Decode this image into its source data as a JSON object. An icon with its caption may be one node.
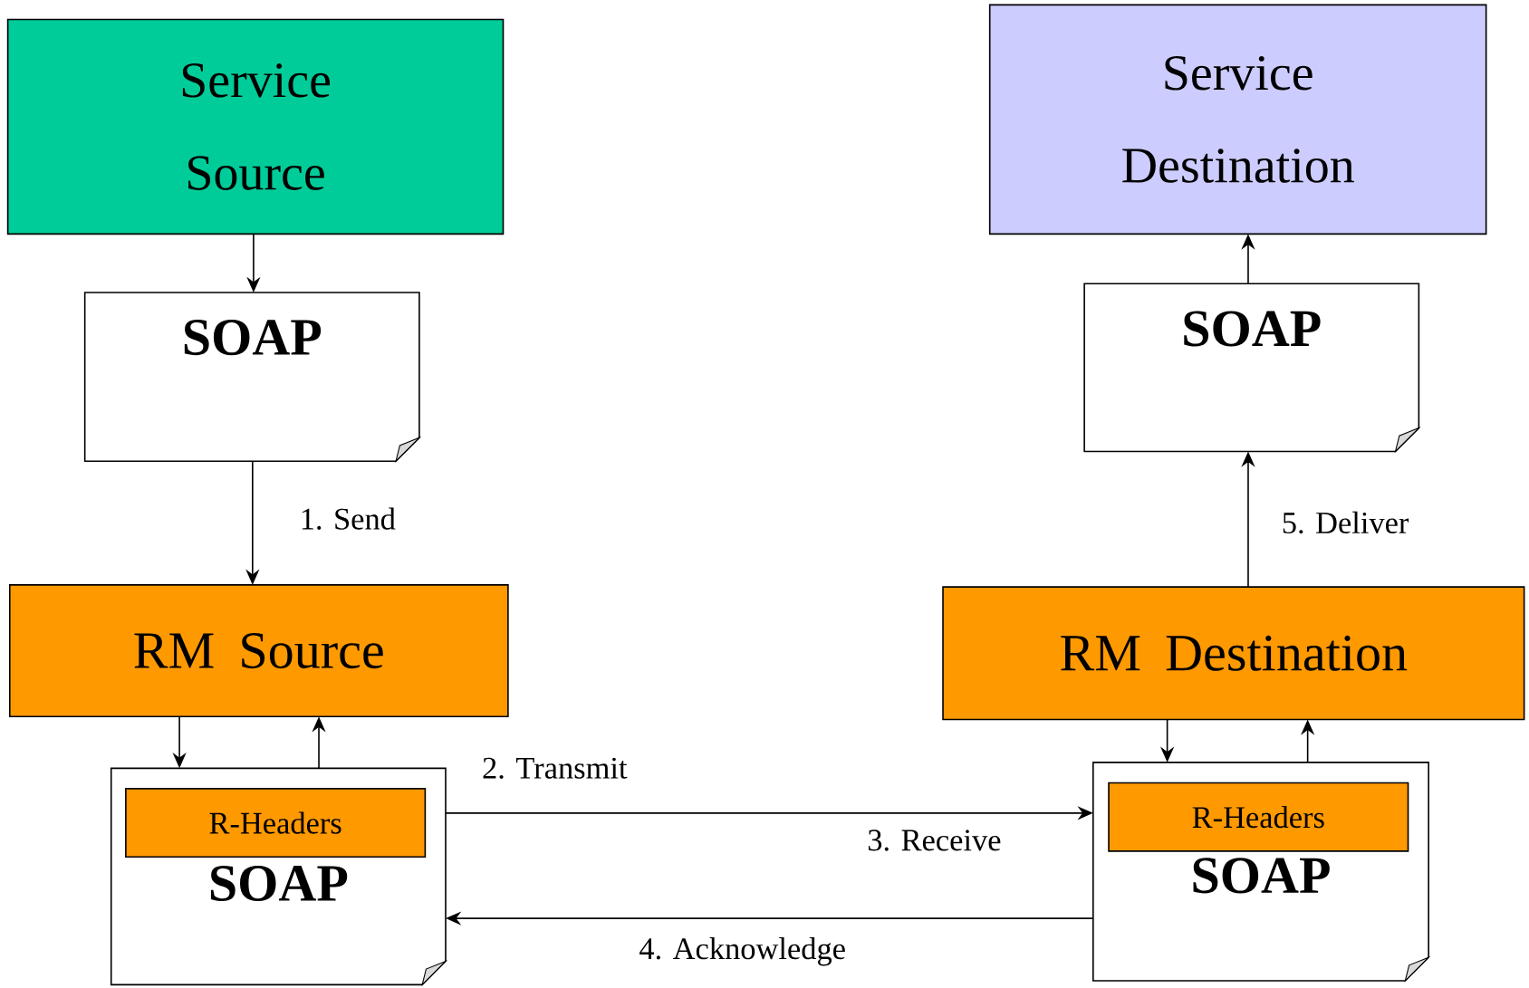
{
  "diagram": {
    "nodes": [
      {
        "text": [
          "Service Source"
        ]
      },
      {
        "text": [
          "SOAP"
        ]
      },
      {
        "text": [
          "RM Source"
        ]
      },
      {
        "text": [
          "SOAP"
        ]
      },
      {
        "text": [
          "R-Headers"
        ],
        "in": 3
      },
      {
        "text": [
          "Service Destination"
        ]
      },
      {
        "text": [
          "SOAP"
        ]
      },
      {
        "text": [
          "RM Destination"
        ]
      },
      {
        "text": [
          "SOAP"
        ]
      },
      {
        "text": [
          "R-Headers"
        ],
        "in": 8
      }
    ],
    "edges": [
      {
        "from": 0,
        "to": 1,
        "arrow": "to"
      },
      {
        "from": 1,
        "to": 2,
        "arrow": "to",
        "label": "1. Send"
      },
      {
        "from": 2,
        "to": 3,
        "arrow": "to"
      },
      {
        "from": 3,
        "to": 2,
        "arrow": "to"
      },
      {
        "from": 3,
        "to": 8,
        "arrow": "to",
        "label": "2. Transmit"
      },
      {
        "from": 8,
        "to": 3,
        "arrow": "to",
        "label": "4. Acknowledge"
      },
      {
        "from": 7,
        "to": 8,
        "arrow": "to"
      },
      {
        "from": 8,
        "to": 7,
        "arrow": "to"
      },
      {
        "from": 7,
        "to": 6,
        "arrow": "to",
        "label": "5. Deliver"
      },
      {
        "from": 6,
        "to": 5,
        "arrow": "to"
      }
    ],
    "labels": [
      "3. Receive"
    ]
  }
}
